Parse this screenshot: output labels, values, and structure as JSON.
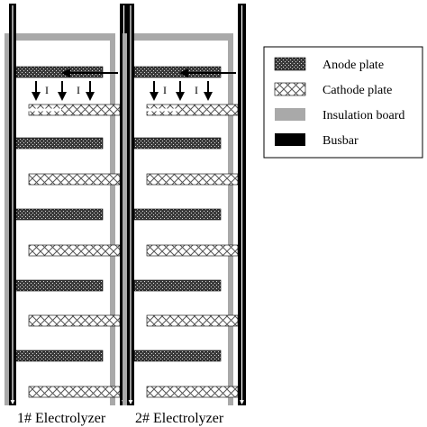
{
  "electrolyzers": [
    {
      "label": "1# Electrolyzer",
      "current_label": "I"
    },
    {
      "label": "2# Electrolyzer",
      "current_label": "I"
    }
  ],
  "plate_order": [
    "anode",
    "cathode",
    "anode",
    "cathode",
    "anode",
    "cathode",
    "anode",
    "cathode",
    "anode",
    "cathode"
  ],
  "legend": {
    "items": [
      {
        "key": "anode",
        "label": "Anode plate"
      },
      {
        "key": "cathode",
        "label": "Cathode plate"
      },
      {
        "key": "insulation",
        "label": "Insulation board"
      },
      {
        "key": "busbar",
        "label": "Busbar"
      }
    ]
  },
  "colors": {
    "busbar": "#000000",
    "insulation": "#a9a9a9",
    "anode_fill": "#4a4a4a",
    "cathode_fill": "#ffffff",
    "background": "#ffffff"
  }
}
